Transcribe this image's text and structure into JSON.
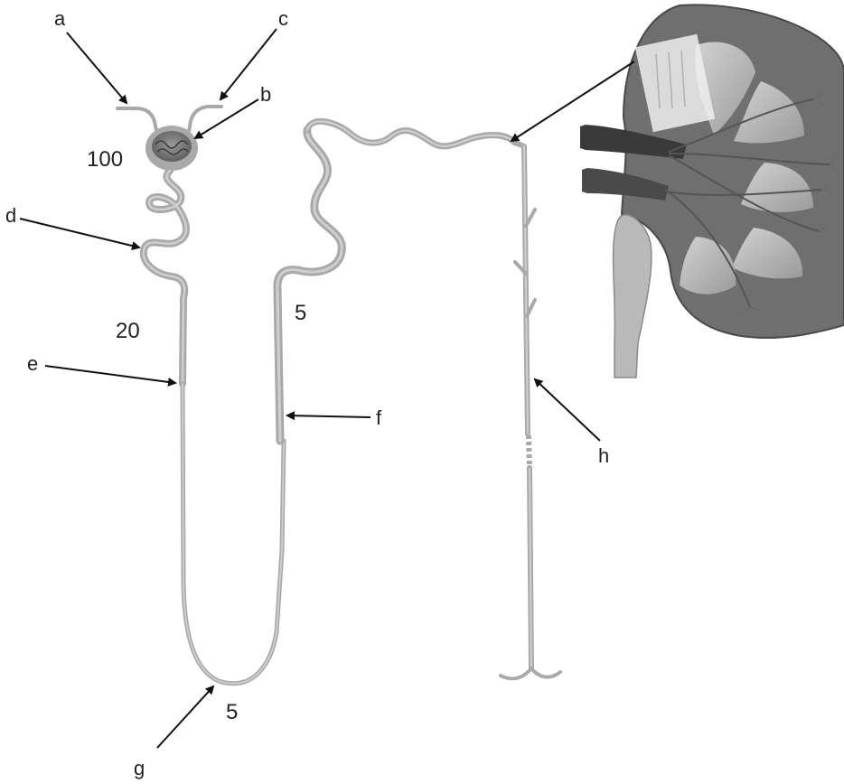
{
  "labels": {
    "a": "a",
    "b": "b",
    "c": "c",
    "d": "d",
    "e": "e",
    "f": "f",
    "g": "g",
    "h": "h"
  },
  "values": {
    "glomerulus": "100",
    "proximal": "20",
    "distal": "5",
    "loop_bottom": "5"
  },
  "colors": {
    "tubule": "#a9a9a9",
    "tubule_highlight": "#cfcfcf",
    "arrow": "#111111",
    "kidney_dark": "#4a4a4a",
    "kidney_mid": "#8c8c8c",
    "kidney_light": "#c4c4c4"
  }
}
